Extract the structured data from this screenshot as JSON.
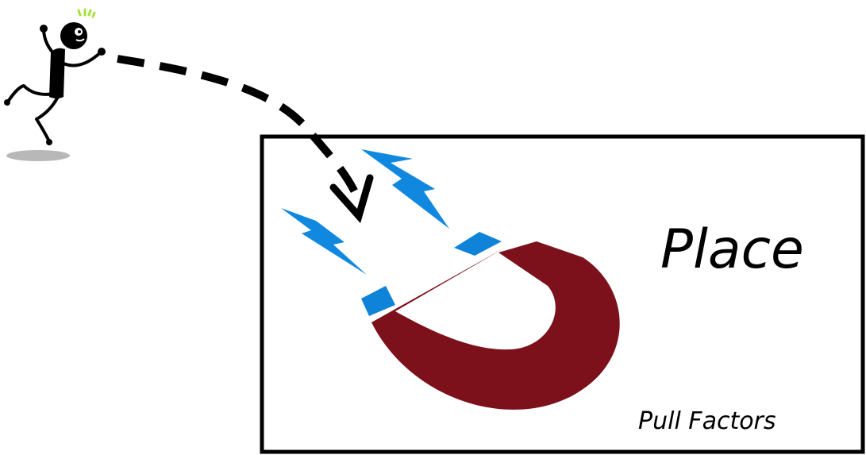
{
  "place_box": {
    "title": "Place",
    "caption": "Pull Factors"
  },
  "figure": {
    "icon": "running-person-icon",
    "magnet_icon": "horseshoe-magnet-icon",
    "path_style": "dashed-curved-arrow"
  },
  "colors": {
    "ink": "#000000",
    "magnet_body": "#7d111b",
    "magnet_tips": "#0e83d8",
    "bolts": "#1188e0",
    "shadow": "#b8b8b8",
    "sparkle": "#a6e33b"
  }
}
